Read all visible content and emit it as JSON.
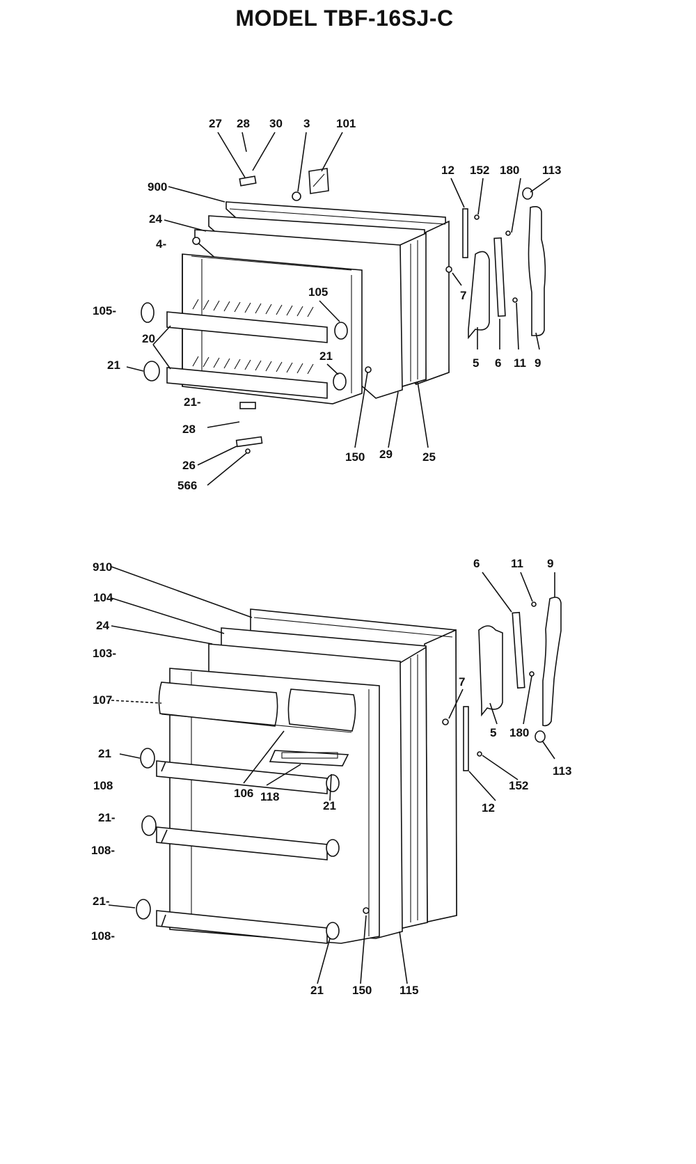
{
  "title": "MODEL TBF-16SJ-C",
  "callouts": {
    "top": {
      "c27": "27",
      "c28": "28",
      "c30": "30",
      "c3": "3",
      "c101": "101",
      "c900": "900",
      "c24": "24",
      "c4": "4-",
      "c105a": "105-",
      "c105b": "105",
      "c20": "20",
      "c21a": "21",
      "c21b": "21",
      "c21c": "21-",
      "c28b": "28",
      "c26": "26",
      "c566": "566",
      "c150": "150",
      "c29": "29",
      "c25": "25",
      "c12": "12",
      "c152": "152",
      "c180": "180",
      "c113": "113",
      "c7": "7",
      "c5": "5",
      "c6": "6",
      "c11": "11",
      "c9": "9"
    },
    "bottom": {
      "c910": "910",
      "c104": "104",
      "c24": "24",
      "c103": "103-",
      "c107": "107",
      "c21a": "21",
      "c108a": "108",
      "c21b": "21-",
      "c108b": "108-",
      "c21c": "21-",
      "c108c": "108-",
      "c106": "106",
      "c118": "118",
      "c21d": "21",
      "c21e": "21",
      "c150": "150",
      "c115": "115",
      "c6": "6",
      "c11": "11",
      "c9": "9",
      "c7": "7",
      "c5": "5",
      "c180": "180",
      "c113": "113",
      "c152": "152",
      "c12": "12"
    }
  }
}
